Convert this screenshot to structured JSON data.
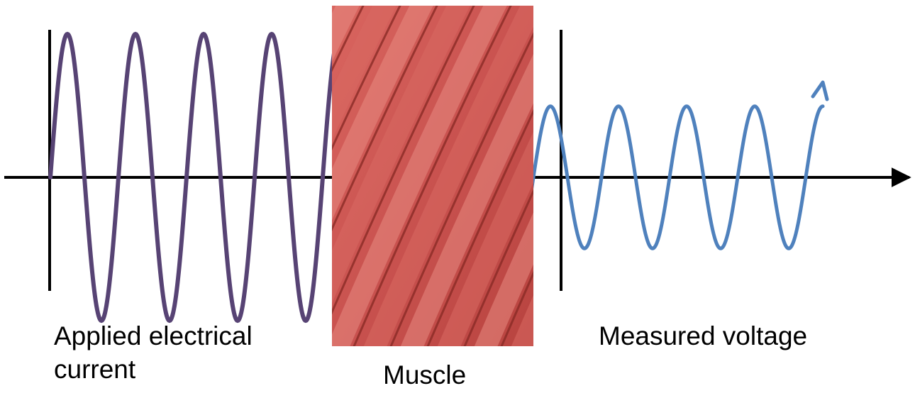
{
  "labels": {
    "applied_line1": "Applied electrical",
    "applied_line2": "current",
    "muscle": "Muscle",
    "measured": "Measured voltage"
  },
  "colors": {
    "applied_wave": "#574374",
    "measured_wave": "#4f81bd",
    "axis": "#000000",
    "muscle_base": "#c9524f",
    "muscle_dark": "#7e2420",
    "muscle_light": "#ea8a82"
  },
  "applied_signal": {
    "cycles_shown": 4.2,
    "amplitude": 1.0,
    "phase": "sine"
  },
  "measured_signal": {
    "cycles_shown": 4.3,
    "amplitude": 0.8,
    "phase_shift": "lagging",
    "ends_with_arrow": true
  }
}
